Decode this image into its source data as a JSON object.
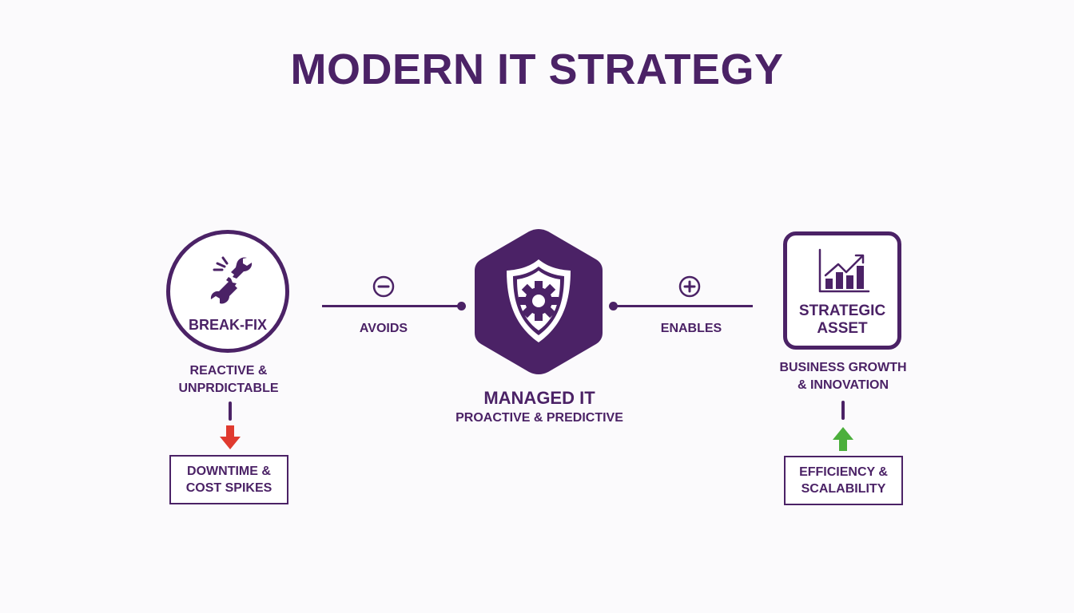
{
  "title": "MODERN IT STRATEGY",
  "colors": {
    "primary": "#4b2266",
    "negative_arrow": "#e03a2f",
    "positive_arrow": "#4caf3c",
    "background": "#fbfafc"
  },
  "left_node": {
    "icon": "broken-wrench-icon",
    "label": "BREAK-FIX",
    "description_line1": "REACTIVE &",
    "description_line2": "UNPRDICTABLE",
    "arrow": "down-arrow-red",
    "outcome_line1": "DOWNTIME &",
    "outcome_line2": "COST SPIKES"
  },
  "left_connector": {
    "symbol": "minus-circle-icon",
    "label": "AVOIDS"
  },
  "center_node": {
    "icon": "shield-gear-icon",
    "title": "MANAGED IT",
    "subtitle": "PROACTIVE & PREDICTIVE"
  },
  "right_connector": {
    "symbol": "plus-circle-icon",
    "label": "ENABLES"
  },
  "right_node": {
    "icon": "growth-chart-icon",
    "label_line1": "STRATEGIC",
    "label_line2": "ASSET",
    "description_line1": "BUSINESS GROWTH",
    "description_line2": "& INNOVATION",
    "arrow": "up-arrow-green",
    "outcome_line1": "EFFICIENCY &",
    "outcome_line2": "SCALABILITY"
  }
}
